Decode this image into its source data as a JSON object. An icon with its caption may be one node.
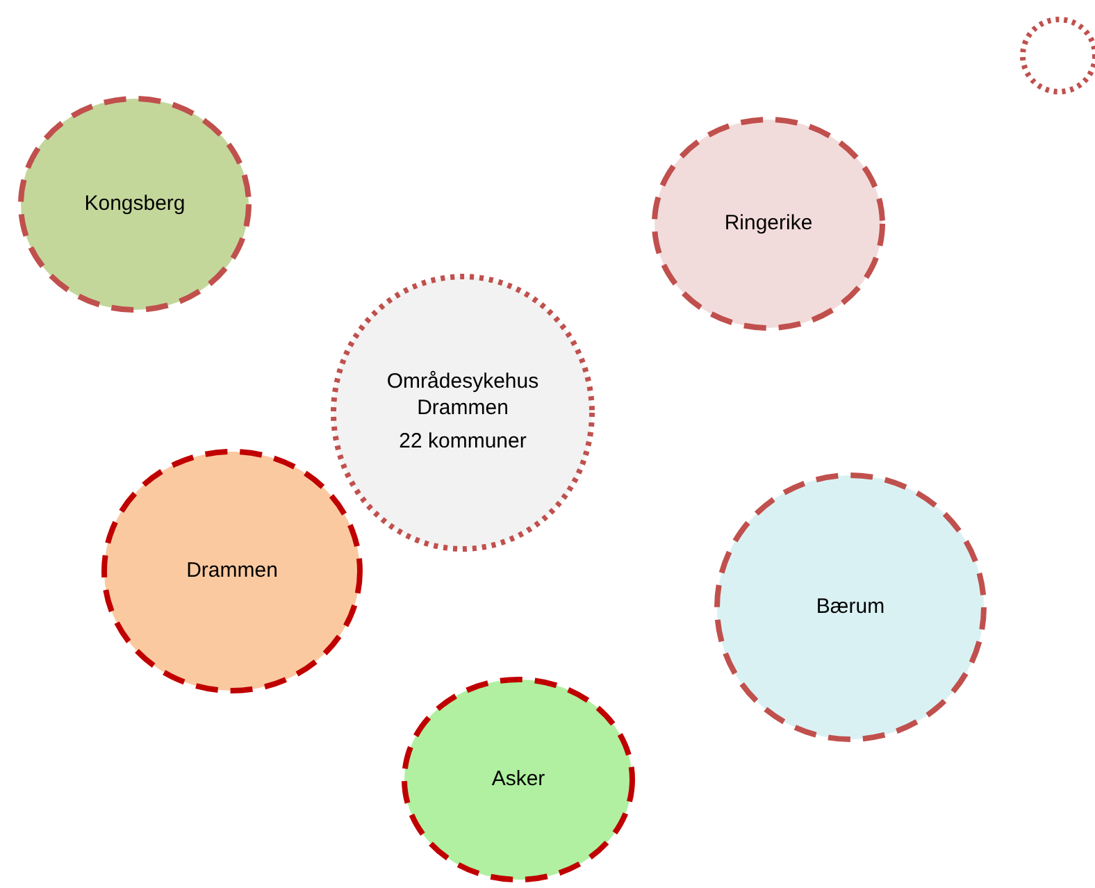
{
  "diagram": {
    "nodes": [
      {
        "text": [],
        "shape": "circle"
      },
      {
        "text": [
          "Kongsberg"
        ]
      },
      {
        "text": [
          "Ringerike"
        ]
      },
      {
        "text": [
          "Områdesykehus Drammen",
          "22 kommuner"
        ]
      },
      {
        "text": [
          "Drammen"
        ]
      },
      {
        "text": [
          "Bærum"
        ]
      },
      {
        "text": [
          "Asker"
        ]
      }
    ]
  }
}
